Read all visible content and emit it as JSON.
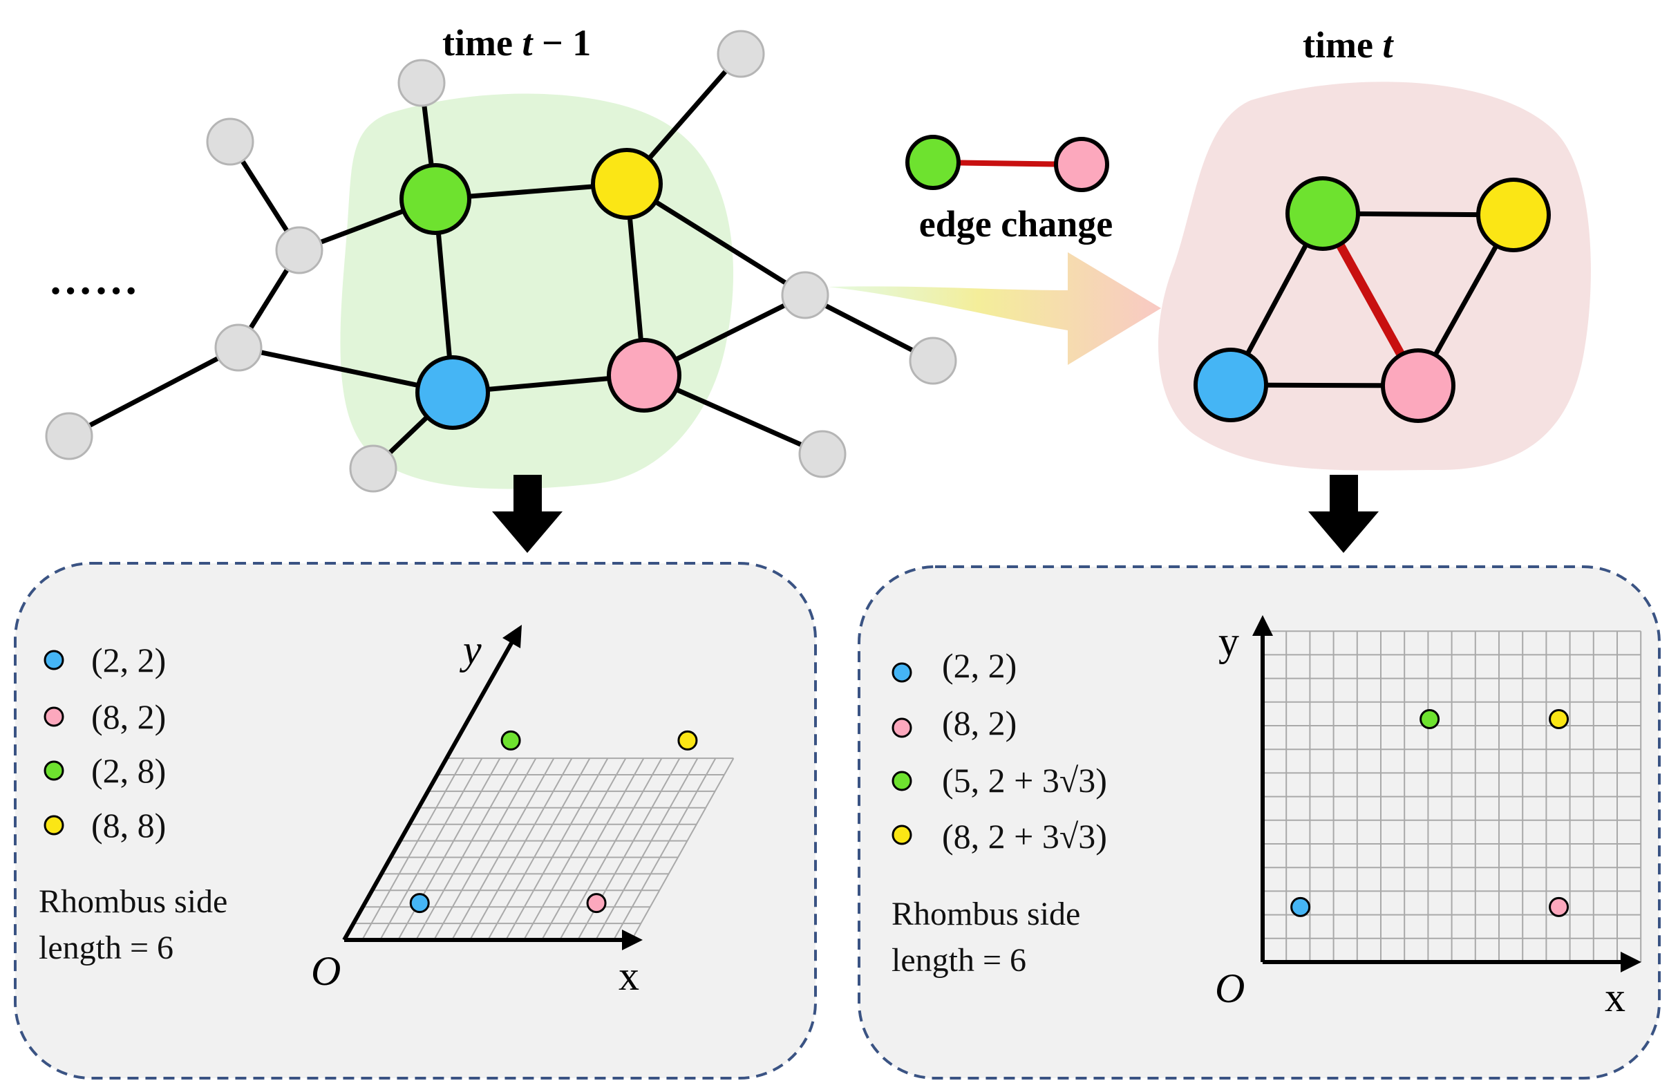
{
  "left_graph": {
    "title_prefix": "time ",
    "title_var": "t",
    "title_suffix": " − 1",
    "ellipsis": "……",
    "highlight_color": "#e1f5d9",
    "core_nodes": [
      {
        "id": "green",
        "color": "#6ee22f"
      },
      {
        "id": "yellow",
        "color": "#fbe615"
      },
      {
        "id": "blue",
        "color": "#45b5f5"
      },
      {
        "id": "pink",
        "color": "#fca8bd"
      }
    ],
    "neighbor_color": "#dedede"
  },
  "edge_change": {
    "label": "edge change",
    "edge_color": "#c81010"
  },
  "right_graph": {
    "title_prefix": "time ",
    "title_var": "t",
    "highlight_color": "#f5e1e1"
  },
  "left_panel": {
    "legend": [
      {
        "color": "#45b5f5",
        "label": "(2, 2)"
      },
      {
        "color": "#fca8bd",
        "label": "(8, 2)"
      },
      {
        "color": "#6ee22f",
        "label": "(2, 8)"
      },
      {
        "color": "#fbe615",
        "label": "(8, 8)"
      }
    ],
    "note_line1": "Rhombus side",
    "note_line2": "length = 6",
    "axis_x": "x",
    "axis_y": "y",
    "origin": "O"
  },
  "right_panel": {
    "legend": [
      {
        "color": "#45b5f5",
        "label": "(2, 2)"
      },
      {
        "color": "#fca8bd",
        "label": "(8, 2)"
      },
      {
        "color": "#6ee22f",
        "label": "(5, 2 + 3√3)"
      },
      {
        "color": "#fbe615",
        "label": "(8, 2 + 3√3)"
      }
    ],
    "note_line1": "Rhombus side",
    "note_line2": "length = 6",
    "axis_x": "x",
    "axis_y": "y",
    "origin": "O"
  }
}
